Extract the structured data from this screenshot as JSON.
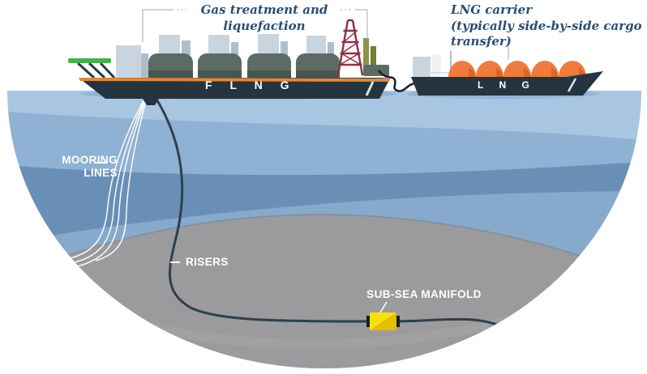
{
  "title_labels": {
    "gas_treatment": "Gas treatment and liquefaction",
    "lng_carrier_line1": "LNG carrier",
    "lng_carrier_line2": "(typically side-by-side cargo transfer)"
  },
  "sea_labels": {
    "mooring_line1": "MOORING",
    "mooring_line2": "LINES",
    "risers": "RISERS",
    "manifold": "SUB-SEA MANIFOLD"
  },
  "vessels": {
    "flng_hull_text": "F L N G",
    "carrier_hull_text": "L N G"
  },
  "colors": {
    "label_navy": "#2a4d74",
    "hull_dark": "#25343f",
    "deck_orange": "#e2873b",
    "flng_tank": "#5d6b65",
    "flng_tank_dark": "#49564f",
    "superstructure": "#c9d5de",
    "helideck_green": "#42b24a",
    "flare_maroon": "#8e3143",
    "stack_olive": "#8f9148",
    "stack_olive_dark": "#717d3c",
    "carrier_tank_orange": "#ee7c3e",
    "carrier_tank_shade": "#d96527",
    "water1": "#a8c5e2",
    "water2": "#8fb1d3",
    "water3": "#6a8fb7",
    "water4": "#87a9cb",
    "seabed_gray": "#9b9b9d",
    "line_dark": "#2e3f4c",
    "hose_black": "#1c252c",
    "manifold_yellow": "#f7df0a",
    "manifold_yellow_dark": "#dfc005",
    "bracket_gray": "#b4bcc4",
    "white": "#ffffff"
  }
}
